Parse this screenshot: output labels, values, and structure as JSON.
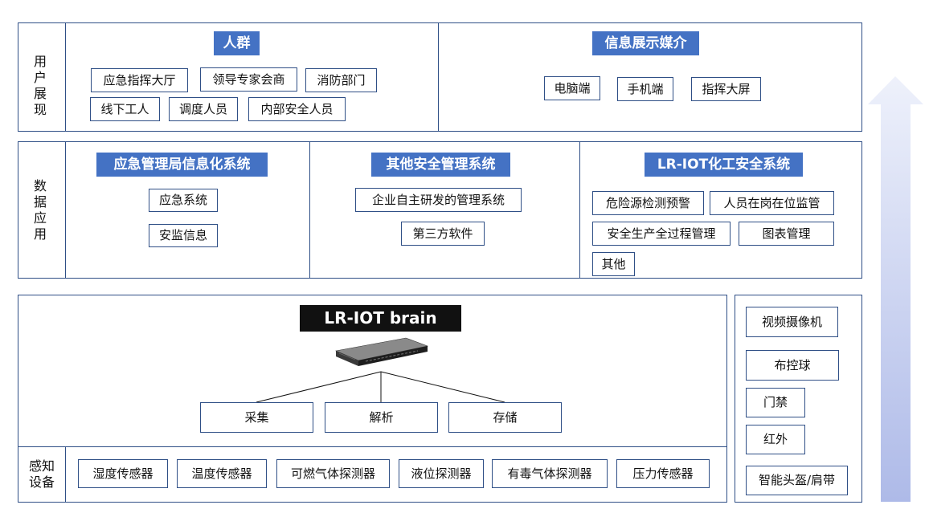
{
  "layers": {
    "user": {
      "label": "用\n户\n展\n现",
      "crowd": {
        "title": "人群",
        "items": [
          "应急指挥大厅",
          "领导专家会商",
          "消防部门",
          "线下工人",
          "调度人员",
          "内部安全人员"
        ]
      },
      "media": {
        "title": "信息展示媒介",
        "items": [
          "电脑端",
          "手机端",
          "指挥大屏"
        ]
      }
    },
    "data": {
      "label": "数\n据\n应\n用",
      "emergency": {
        "title": "应急管理局信息化系统",
        "items": [
          "应急系统",
          "安监信息"
        ]
      },
      "other": {
        "title": "其他安全管理系统",
        "items": [
          "企业自主研发的管理系统",
          "第三方软件"
        ]
      },
      "lriot": {
        "title": "LR-IOT化工安全系统",
        "items": [
          "危险源检测预警",
          "人员在岗在位监管",
          "安全生产全过程管理",
          "图表管理",
          "其他"
        ]
      }
    },
    "brain": {
      "title": "LR-IOT brain",
      "functions": [
        "采集",
        "解析",
        "存储"
      ]
    },
    "sensing": {
      "label": "感知\n设备",
      "items": [
        "湿度传感器",
        "温度传感器",
        "可燃气体探测器",
        "液位探测器",
        "有毒气体探测器",
        "压力传感器"
      ]
    },
    "devices": {
      "items": [
        "视频摄像机",
        "布控球",
        "门禁",
        "红外",
        "智能头盔/肩带"
      ]
    }
  },
  "colors": {
    "header_blue": "#4472c4",
    "border": "#2f4f86",
    "brain_black": "#111111",
    "arrow_gradient_top": "#eef1fb",
    "arrow_gradient_bottom": "#aebae8"
  }
}
